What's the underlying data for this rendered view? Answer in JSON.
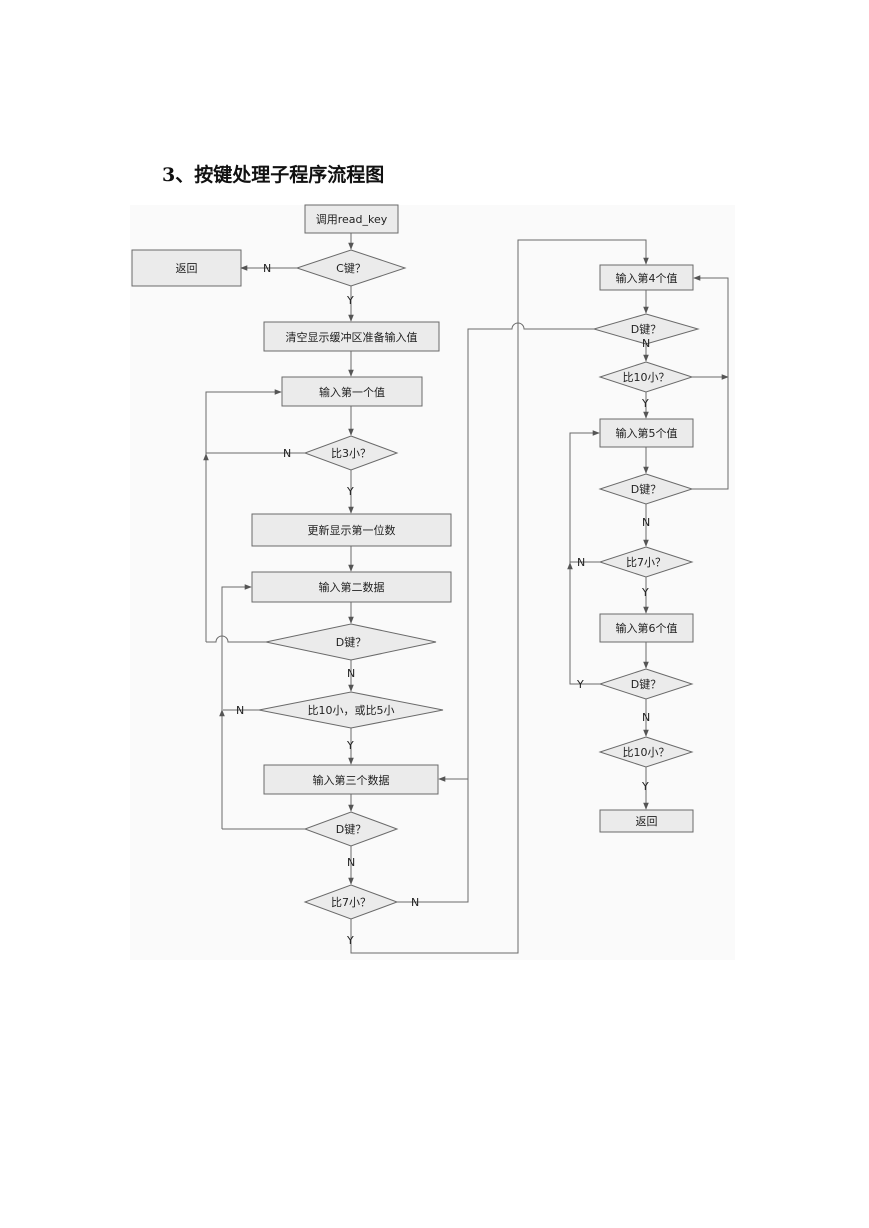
{
  "heading": "3、按键处理子程序流程图",
  "nodes": {
    "call_read_key": "调用read_key",
    "c_key": "C键？",
    "return_left": "返回",
    "clear_buffer": "清空显示缓冲区准备输入值",
    "input_1": "输入第一个值",
    "lt3": "比3小？",
    "update_1": "更新显示第一位数",
    "input_2": "输入第二数据",
    "d_key_1": "D键？",
    "lt10_or_lt5": "比10小，或比5小",
    "input_3": "输入第三个数据",
    "d_key_2": "D键？",
    "lt7_a": "比7小？",
    "input_4": "输入第4个值",
    "d_key_3": "D键？",
    "lt10_a": "比10小？",
    "input_5": "输入第5个值",
    "d_key_4": "D键？",
    "lt7_b": "比7小？",
    "input_6": "输入第6个值",
    "d_key_5": "D键？",
    "lt10_b": "比10小？",
    "return_right": "返回"
  },
  "edge_labels": {
    "yes": "Y",
    "no": "N"
  }
}
